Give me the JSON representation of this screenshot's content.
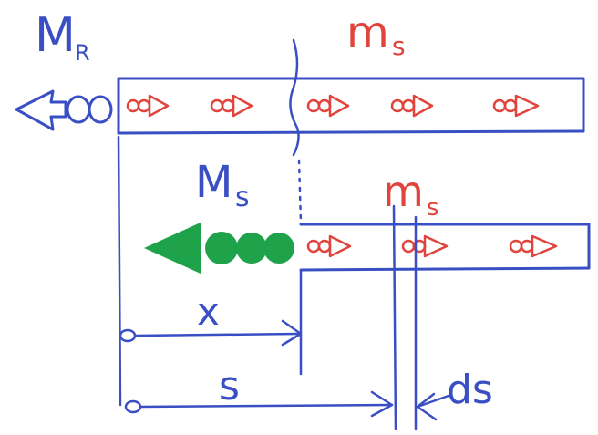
{
  "labels": {
    "top_left": "M",
    "top_left_sub": "R",
    "top_right": "m",
    "top_right_sub": "s",
    "mid_left": "M",
    "mid_left_sub": "s",
    "mid_right": "m",
    "mid_right_sub": "s",
    "x_label": "x",
    "s_label": "s",
    "ds_label": "ds"
  },
  "colors": {
    "ink_blue": "#3a4fc4",
    "ink_red": "#e0443c",
    "green": "#1fa34a"
  },
  "icons": [
    "arrow-left-icon",
    "green-arrow-icon"
  ]
}
